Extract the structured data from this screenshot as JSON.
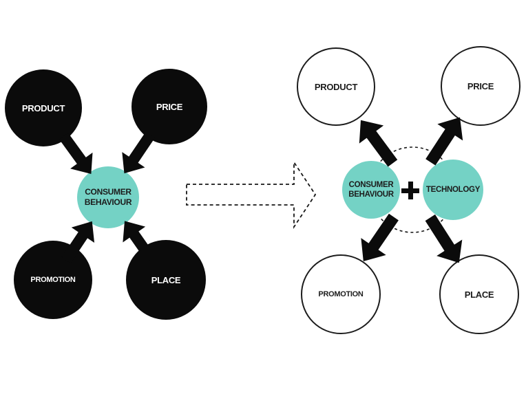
{
  "colors": {
    "teal": "#74d2c5",
    "node_black": "#0b0b0b",
    "text_dark": "#1c1c1c",
    "background": "#ffffff"
  },
  "left_diagram": {
    "product_label": "PRODUCT",
    "price_label": "PRICE",
    "promotion_label": "PROMOTION",
    "place_label": "PLACE",
    "center_label_line1": "CONSUMER",
    "center_label_line2": "BEHAVIOUR"
  },
  "transition": {
    "arrow_icon": "dashed-right-block-arrow"
  },
  "right_diagram": {
    "product_label": "PRODUCT",
    "price_label": "PRICE",
    "promotion_label": "PROMOTION",
    "place_label": "PLACE",
    "consumer_label_line1": "CONSUMER",
    "consumer_label_line2": "BEHAVIOUR",
    "plus_symbol": "+",
    "technology_label": "TECHNOLOGY"
  }
}
